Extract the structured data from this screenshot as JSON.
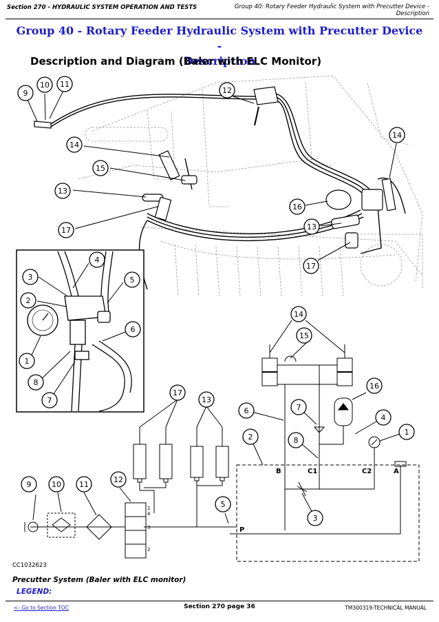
{
  "header": {
    "left": "Section 270 - HYDRAULIC SYSTEM OPERATION AND TESTS",
    "right_line1": "Group 40: Rotary Feeder Hydraulic System with Precutter Device -",
    "right_line2": "Description"
  },
  "title": {
    "line1": "Group 40 - Rotary Feeder Hydraulic System with Precutter Device -",
    "line2": "Description"
  },
  "subtitle": "Description and Diagram (Baler with ELC Monitor)",
  "figure": {
    "callouts_top": [
      "9",
      "10",
      "11",
      "12",
      "14",
      "15",
      "13",
      "17",
      "16",
      "13",
      "14",
      "17"
    ],
    "callouts_inset": [
      "4",
      "3",
      "5",
      "2",
      "6",
      "1",
      "8",
      "7"
    ],
    "callouts_schematic": [
      "14",
      "15",
      "16",
      "17",
      "13",
      "6",
      "7",
      "4",
      "1",
      "2",
      "8",
      "9",
      "10",
      "11",
      "12",
      "5",
      "3"
    ],
    "port_labels": [
      "B",
      "C1",
      "C2",
      "A",
      "P"
    ],
    "valve_positions": [
      "1",
      "4",
      "3",
      "2"
    ],
    "code": "CC1032623"
  },
  "caption": "Precutter System (Baler with ELC monitor)",
  "legend_label": "LEGEND:",
  "footer": {
    "link": "<- Go to Section TOC",
    "center": "Section 270 page 36",
    "right": "TM300319-TECHNICAL MANUAL"
  }
}
